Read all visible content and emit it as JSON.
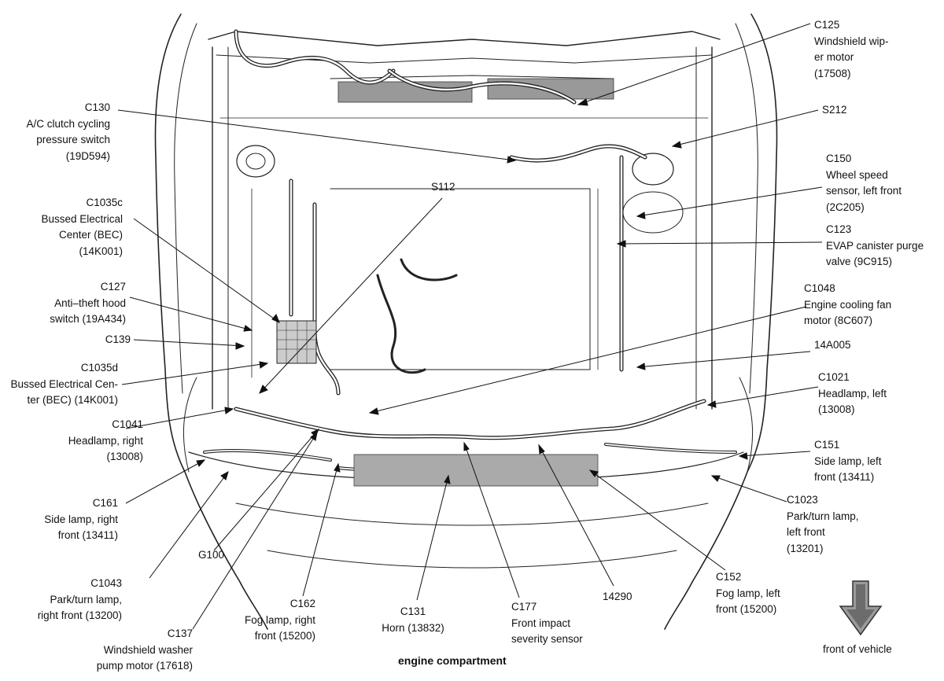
{
  "diagram": {
    "caption": "engine compartment",
    "direction_label": "front of vehicle",
    "direction_icon": "down-arrow-icon",
    "callouts": [
      {
        "id": "c125",
        "lines": [
          "C125",
          "Windshield wip-",
          "er motor",
          "(17508)"
        ]
      },
      {
        "id": "s212",
        "lines": [
          "S212"
        ]
      },
      {
        "id": "c150",
        "lines": [
          "C150",
          "Wheel speed",
          "sensor, left front",
          "(2C205)"
        ]
      },
      {
        "id": "c123",
        "lines": [
          "C123",
          "EVAP canister purge",
          "valve (9C915)"
        ]
      },
      {
        "id": "c1048",
        "lines": [
          "C1048",
          "Engine cooling fan",
          "motor (8C607)"
        ]
      },
      {
        "id": "14a005",
        "lines": [
          "14A005"
        ]
      },
      {
        "id": "c1021",
        "lines": [
          "C1021",
          "Headlamp, left",
          "(13008)"
        ]
      },
      {
        "id": "c151",
        "lines": [
          "C151",
          "Side lamp, left",
          "front (13411)"
        ]
      },
      {
        "id": "c1023",
        "lines": [
          "C1023",
          "Park/turn lamp,",
          "left front",
          "(13201)"
        ]
      },
      {
        "id": "c152",
        "lines": [
          "C152",
          "Fog lamp, left",
          "front (15200)"
        ]
      },
      {
        "id": "14290",
        "lines": [
          "14290"
        ]
      },
      {
        "id": "c177",
        "lines": [
          "C177",
          "Front impact",
          "severity sensor"
        ]
      },
      {
        "id": "c131",
        "lines": [
          "C131",
          "Horn (13832)"
        ]
      },
      {
        "id": "c162",
        "lines": [
          "C162",
          "Fog lamp, right",
          "front (15200)"
        ]
      },
      {
        "id": "c137",
        "lines": [
          "C137",
          "Windshield washer",
          "pump motor (17618)"
        ]
      },
      {
        "id": "c1043",
        "lines": [
          "C1043",
          "Park/turn lamp,",
          "right front (13200)"
        ]
      },
      {
        "id": "g100",
        "lines": [
          "G100"
        ]
      },
      {
        "id": "c161",
        "lines": [
          "C161",
          "Side lamp, right",
          "front (13411)"
        ]
      },
      {
        "id": "c1041",
        "lines": [
          "C1041",
          "Headlamp, right",
          "(13008)"
        ]
      },
      {
        "id": "c1035d",
        "lines": [
          "C1035d",
          "Bussed Electrical Cen-",
          "ter (BEC) (14K001)"
        ]
      },
      {
        "id": "c139",
        "lines": [
          "C139"
        ]
      },
      {
        "id": "c127",
        "lines": [
          "C127",
          "Anti–theft hood",
          "switch (19A434)"
        ]
      },
      {
        "id": "c1035c",
        "lines": [
          "C1035c",
          "Bussed Electrical",
          "Center (BEC)",
          "(14K001)"
        ]
      },
      {
        "id": "s112",
        "lines": [
          "S112"
        ]
      },
      {
        "id": "c130",
        "lines": [
          "C130",
          "A/C clutch cycling",
          "pressure switch",
          "(19D594)"
        ]
      }
    ]
  }
}
